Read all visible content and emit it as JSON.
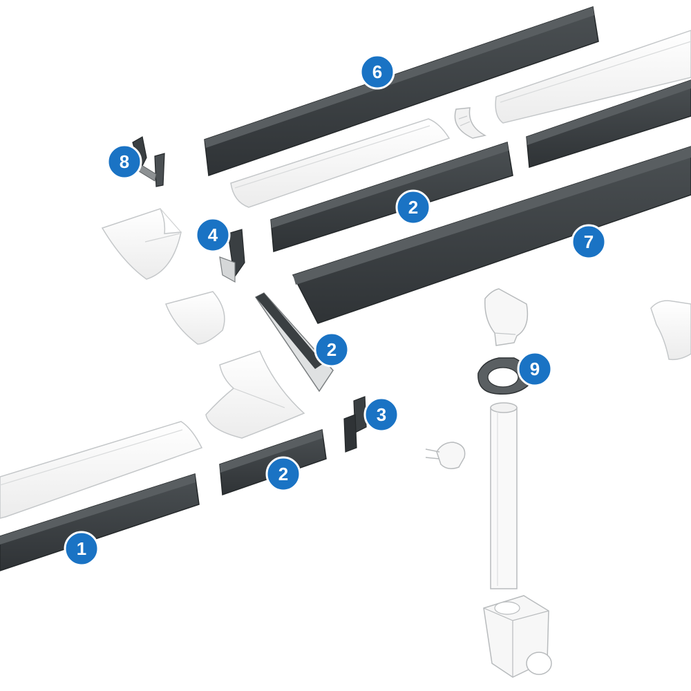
{
  "colors": {
    "fascia": "#3a3f42",
    "fascia_edge": "#24282a",
    "fascia_highlight": "#55595c",
    "gutter_fill": "#fbfbfb",
    "gutter_stroke": "#c4c7c9",
    "badge": "#1a73c4",
    "badge_ring": "#ffffff"
  },
  "callouts": [
    {
      "id": "c6",
      "label": "6"
    },
    {
      "id": "c8",
      "label": "8"
    },
    {
      "id": "c2a",
      "label": "2"
    },
    {
      "id": "c4",
      "label": "4"
    },
    {
      "id": "c7",
      "label": "7"
    },
    {
      "id": "c2b",
      "label": "2"
    },
    {
      "id": "c9",
      "label": "9"
    },
    {
      "id": "c3",
      "label": "3"
    },
    {
      "id": "c2c",
      "label": "2"
    },
    {
      "id": "c1",
      "label": "1"
    }
  ]
}
